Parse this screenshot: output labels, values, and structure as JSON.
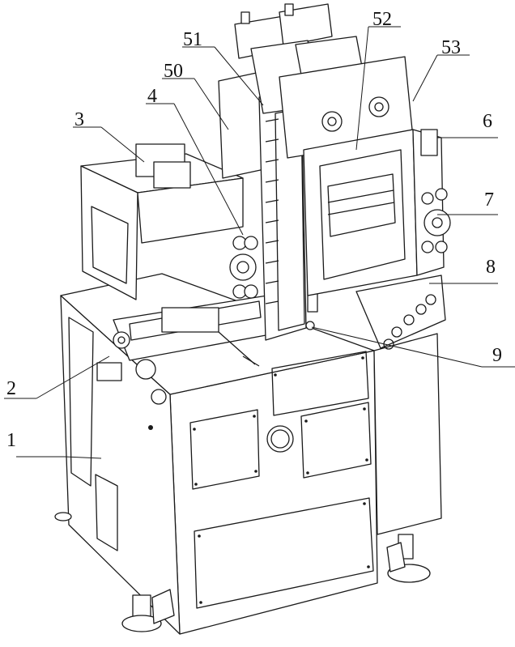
{
  "figure": {
    "callouts": [
      {
        "id": "c1",
        "label": "1"
      },
      {
        "id": "c2",
        "label": "2"
      },
      {
        "id": "c3",
        "label": "3"
      },
      {
        "id": "c4",
        "label": "4"
      },
      {
        "id": "c50",
        "label": "50"
      },
      {
        "id": "c51",
        "label": "51"
      },
      {
        "id": "c52",
        "label": "52"
      },
      {
        "id": "c53",
        "label": "53"
      },
      {
        "id": "c6",
        "label": "6"
      },
      {
        "id": "c7",
        "label": "7"
      },
      {
        "id": "c8",
        "label": "8"
      },
      {
        "id": "c9",
        "label": "9"
      }
    ]
  }
}
